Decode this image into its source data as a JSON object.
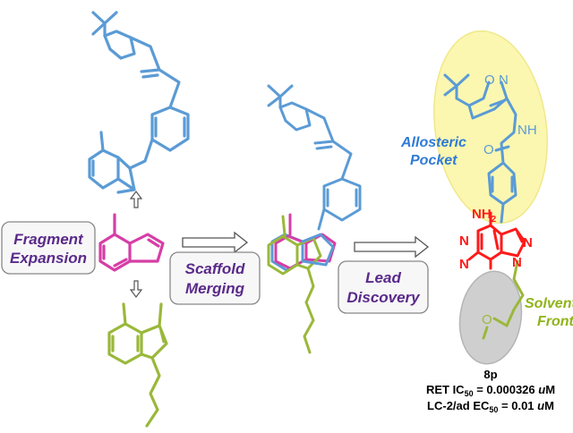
{
  "colors": {
    "blue": "#5b9bd5",
    "magenta": "#d63ea6",
    "green": "#9ab83a",
    "red": "#ff1a1a",
    "purple": "#5a2a8a",
    "pocket_blue": "#2f7bd6",
    "solvent_green": "#8fb31a",
    "pocket_fill": "#fbf7b0",
    "solvent_fill": "#cfcfcf"
  },
  "steps": {
    "fragment_line1": "Fragment",
    "fragment_line2": "Expansion",
    "scaffold_line1": "Scaffold",
    "scaffold_line2": "Merging",
    "lead_line1": "Lead",
    "lead_line2": "Discovery"
  },
  "regions": {
    "allosteric_line1": "Allosteric",
    "allosteric_line2": "Pocket",
    "solvent_line1": "Solvent",
    "solvent_line2": "Front"
  },
  "atoms": {
    "nh2": "NH",
    "nh2_sub": "2",
    "nh": "NH",
    "o_amide": "O",
    "o_ring": "O",
    "n_ring": "N",
    "n1": "N",
    "n2": "N",
    "n3": "N",
    "n4": "N",
    "o_ether": "O"
  },
  "compound": {
    "name": "8p",
    "ret_prefix": "RET IC",
    "ret_sub": "50",
    "ret_value": " = 0.000326 ",
    "ret_unit_u": "u",
    "ret_unit_m": "M",
    "lc_prefix": "LC-2/ad EC",
    "lc_sub": "50",
    "lc_value": " = 0.01 ",
    "lc_unit_u": "u",
    "lc_unit_m": "M"
  }
}
